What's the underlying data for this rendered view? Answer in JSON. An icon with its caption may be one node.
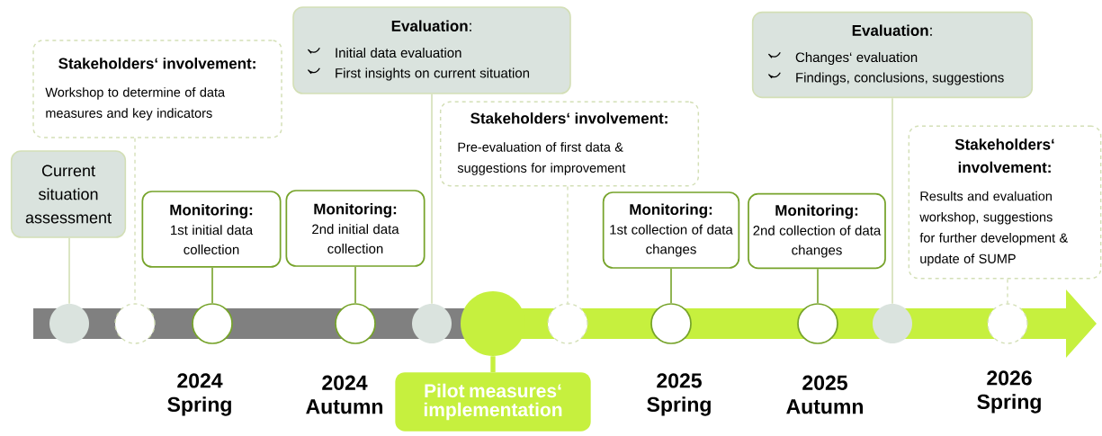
{
  "diagram": {
    "nodes": [
      {
        "text": [
          "Current situation assessment"
        ]
      },
      {
        "text": [
          "Stakeholders‘ involvement:",
          "Workshop to determine of data measures and key indicators"
        ]
      },
      {
        "text": [
          "**Evaluation**:",
          "Initial data evaluation",
          "First insights on current situation"
        ]
      },
      {
        "text": [
          "Monitoring:",
          "1st initial data collection"
        ]
      },
      {
        "text": [
          "Monitoring:",
          "2nd initial data collection"
        ]
      },
      {
        "text": [
          "Stakeholders‘ involvement:",
          "Pre-evaluation of first data & suggestions for improvement"
        ]
      },
      {
        "text": [
          "**Evaluation**:",
          "Changes‘ evaluation",
          "Findings, conclusions, suggestions"
        ]
      },
      {
        "text": [
          "Monitoring:",
          "1st collection of data changes"
        ]
      },
      {
        "text": [
          "Monitoring:",
          "2nd collection of data changes"
        ]
      },
      {
        "text": [
          "Stakeholders‘ involvement:",
          "Results and evaluation workshop, suggestions for further development & update of SUMP"
        ]
      },
      {
        "text": [
          "Pilot measures‘ implementation"
        ]
      },
      {
        "text": [],
        "shape": "circle"
      },
      {
        "text": [],
        "shape": "circle"
      },
      {
        "text": [],
        "shape": "circle"
      },
      {
        "text": [],
        "shape": "circle"
      },
      {
        "text": [],
        "shape": "circle"
      },
      {
        "text": [],
        "shape": "circle"
      },
      {
        "text": [],
        "shape": "circle"
      },
      {
        "text": [],
        "shape": "circle"
      },
      {
        "text": [],
        "shape": "circle"
      },
      {
        "text": [],
        "shape": "circle"
      },
      {
        "text": [],
        "shape": "circle"
      }
    ],
    "edges": [
      {
        "from": 0,
        "to": 11,
        "arrow": "none"
      },
      {
        "from": 1,
        "to": 12,
        "arrow": "none",
        "style": "dashed"
      },
      {
        "from": 3,
        "to": 13,
        "arrow": "none",
        "color": "#76a32a"
      },
      {
        "from": 4,
        "to": 14,
        "arrow": "none",
        "color": "#76a32a"
      },
      {
        "from": 2,
        "to": 15,
        "arrow": "none"
      },
      {
        "from": 10,
        "to": 16,
        "arrow": "none",
        "color": "#c6f03e",
        "style": "thick"
      },
      {
        "from": 5,
        "to": 17,
        "arrow": "none",
        "style": "dashed"
      },
      {
        "from": 7,
        "to": 18,
        "arrow": "none",
        "color": "#76a32a"
      },
      {
        "from": 8,
        "to": 19,
        "arrow": "none",
        "color": "#76a32a"
      },
      {
        "from": 6,
        "to": 20,
        "arrow": "none"
      },
      {
        "from": 9,
        "to": 21,
        "arrow": "none",
        "style": "dashed"
      }
    ],
    "labels": [
      "2024 Spring",
      "2024 Autumn",
      "2025 Spring",
      "2025 Autumn",
      "2026 Spring"
    ]
  }
}
